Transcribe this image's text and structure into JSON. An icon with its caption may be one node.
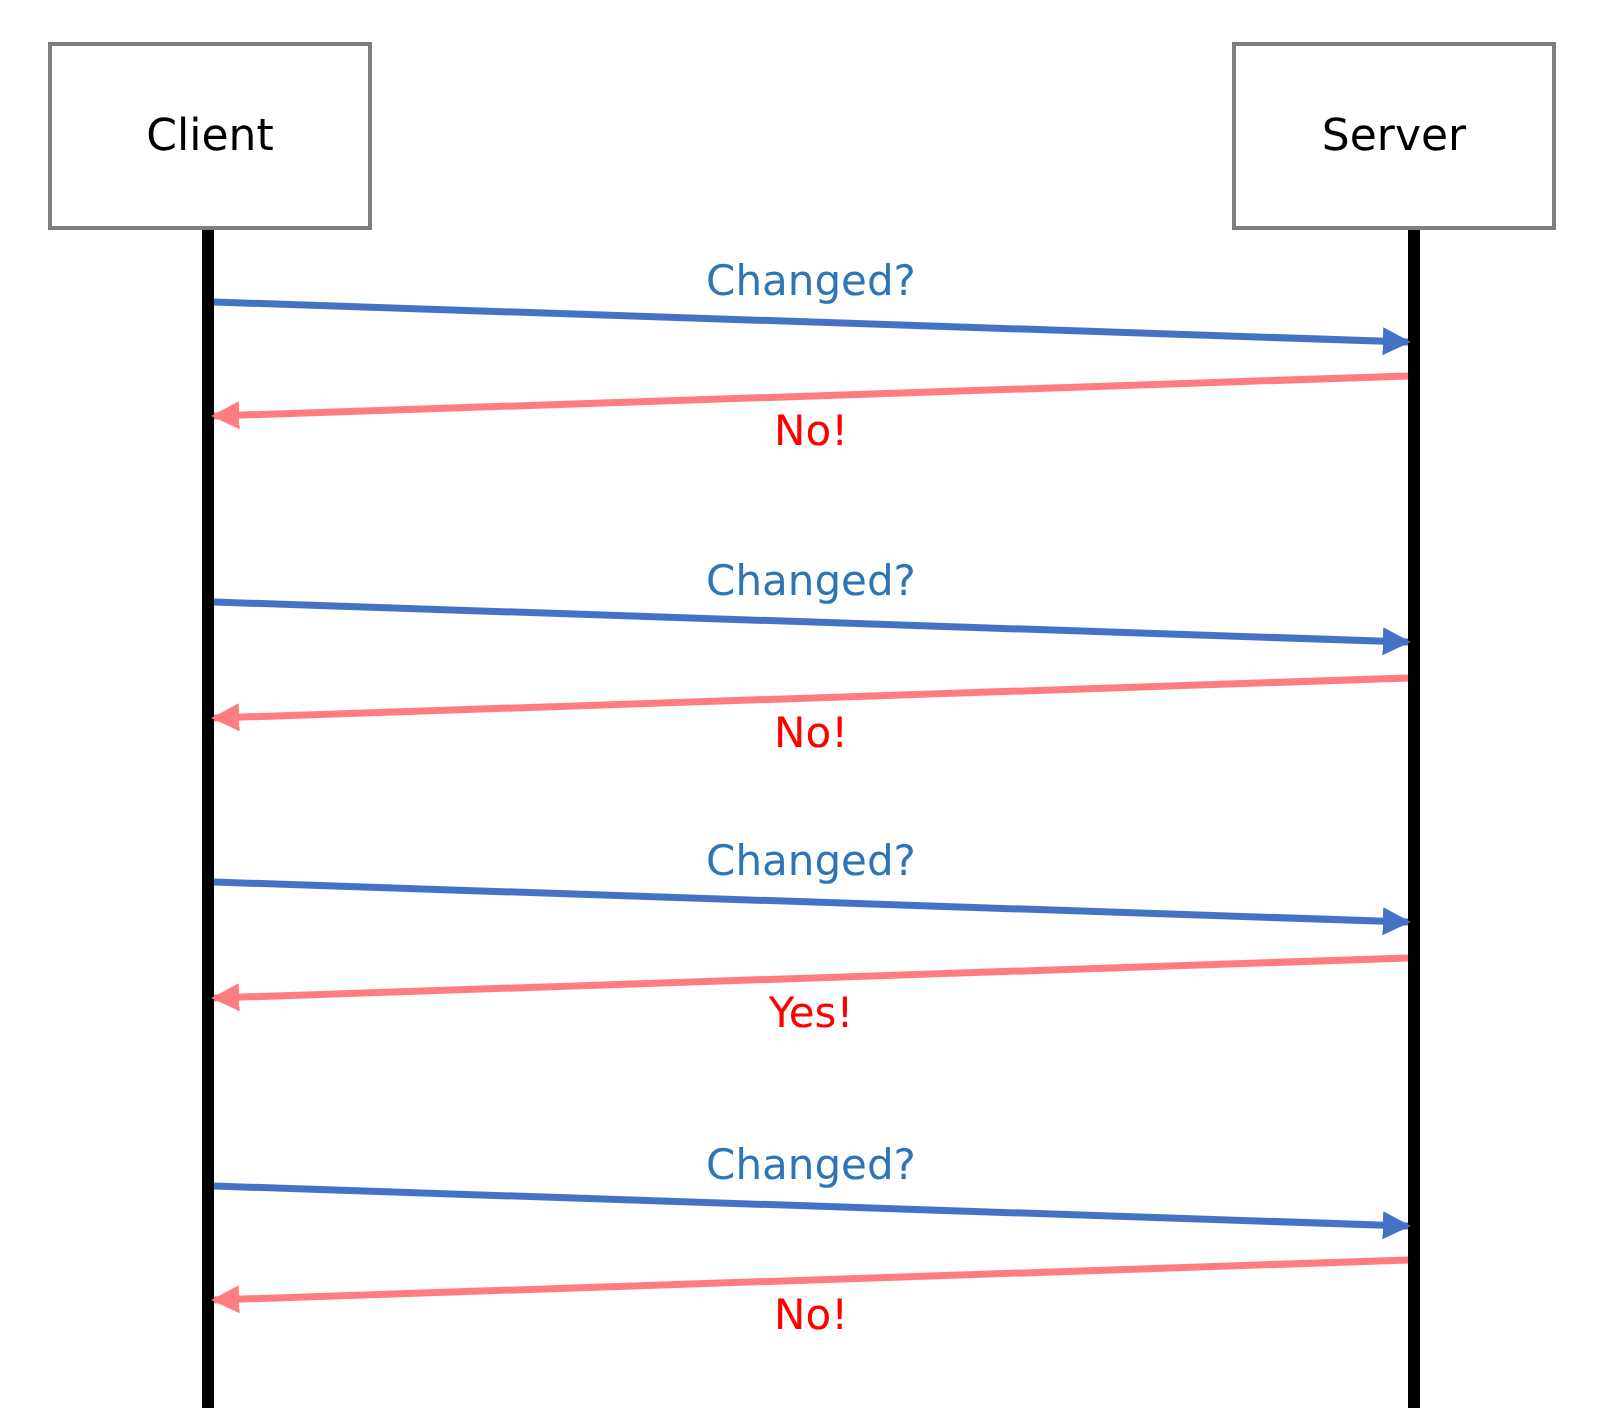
{
  "diagram": {
    "nodes": [
      {
        "text": [
          "Client"
        ]
      },
      {
        "text": [
          "Server"
        ]
      },
      {
        "text": [],
        "shape": "bar"
      },
      {
        "text": [],
        "shape": "bar"
      }
    ],
    "edges": [
      {
        "from": 2,
        "to": 3,
        "arrow": "to",
        "label": "Changed?"
      },
      {
        "from": 3,
        "to": 2,
        "arrow": "to",
        "label": "No!",
        "color": "#ff7c80"
      },
      {
        "from": 2,
        "to": 3,
        "arrow": "to",
        "label": "Changed?"
      },
      {
        "from": 3,
        "to": 2,
        "arrow": "to",
        "label": "No!",
        "color": "#ff7c80"
      },
      {
        "from": 2,
        "to": 3,
        "arrow": "to",
        "label": "Changed?"
      },
      {
        "from": 3,
        "to": 2,
        "arrow": "to",
        "label": "Yes!",
        "color": "#ff7c80"
      },
      {
        "from": 2,
        "to": 3,
        "arrow": "to",
        "label": "Changed?"
      },
      {
        "from": 3,
        "to": 2,
        "arrow": "to",
        "label": "No!",
        "color": "#ff7c80"
      }
    ]
  }
}
